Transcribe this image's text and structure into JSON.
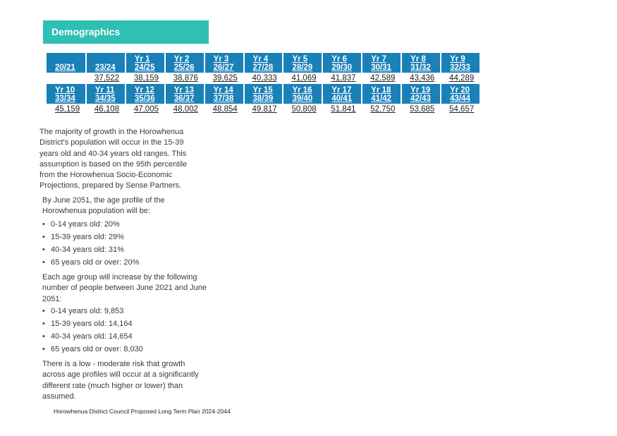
{
  "section_title": "Demographics",
  "table": {
    "row1_headers": [
      {
        "yr": "",
        "fy": "20/21"
      },
      {
        "yr": "",
        "fy": "23/24"
      },
      {
        "yr": "Yr 1",
        "fy": "24/25"
      },
      {
        "yr": "Yr 2",
        "fy": "25/26"
      },
      {
        "yr": "Yr 3",
        "fy": "26/27"
      },
      {
        "yr": "Yr 4",
        "fy": "27/28"
      },
      {
        "yr": "Yr 5",
        "fy": "28/29"
      },
      {
        "yr": "Yr 6",
        "fy": "29/30"
      },
      {
        "yr": "Yr 7",
        "fy": "30/31"
      },
      {
        "yr": "Yr 8",
        "fy": "31/32"
      },
      {
        "yr": "Yr 9",
        "fy": "32/33"
      }
    ],
    "row1_values": [
      "",
      "37,522",
      "38,159",
      "38,876",
      "39,625",
      "40,333",
      "41,069",
      "41,837",
      "42,589",
      "43,436",
      "44,289"
    ],
    "row2_headers": [
      {
        "yr": "Yr 10",
        "fy": "33/34"
      },
      {
        "yr": "Yr 11",
        "fy": "34/35"
      },
      {
        "yr": "Yr 12",
        "fy": "35/36"
      },
      {
        "yr": "Yr 13",
        "fy": "36/37"
      },
      {
        "yr": "Yr 14",
        "fy": "37/38"
      },
      {
        "yr": "Yr 15",
        "fy": "38/39"
      },
      {
        "yr": "Yr 16",
        "fy": "39/40"
      },
      {
        "yr": "Yr 17",
        "fy": "40/41"
      },
      {
        "yr": "Yr 18",
        "fy": "41/42"
      },
      {
        "yr": "Yr 19",
        "fy": "42/43"
      },
      {
        "yr": "Yr 20",
        "fy": "43/44"
      }
    ],
    "row2_values": [
      "45,159",
      "46,108",
      "47,005",
      "48,002",
      "48,854",
      "49,817",
      "50,808",
      "51,841",
      "52,750",
      "53,685",
      "54,657"
    ]
  },
  "intro_paragraph": "The majority of growth in the Horowhenua District's population will occur in the 15-39 years old and 40-34 years old ranges. This assumption is based on the 95th percentile from the Horowhenua Socio-Economic Projections, prepared by Sense Partners.",
  "profile_heading": "By June 2051, the age profile of the Horowhenua population will be:",
  "profile_items": [
    "0-14 years old: 20%",
    "15-39 years old: 29%",
    "40-34 years old: 31%",
    "65 years old or over: 20%"
  ],
  "increase_heading": "Each age group will increase by the following number of people between June 2021 and June 2051:",
  "increase_items": [
    "0-14 years old: 9,853",
    "15-39 years old: 14,164",
    "40-34 years old: 14,654",
    "65 years old or over: 8,030"
  ],
  "risk_paragraph": "There is a low - moderate risk that growth across age profiles will occur at a significantly different rate (much higher or lower) than assumed.",
  "footer": "Horowhenua District Council Proposed Long Term Plan 2024-2044"
}
